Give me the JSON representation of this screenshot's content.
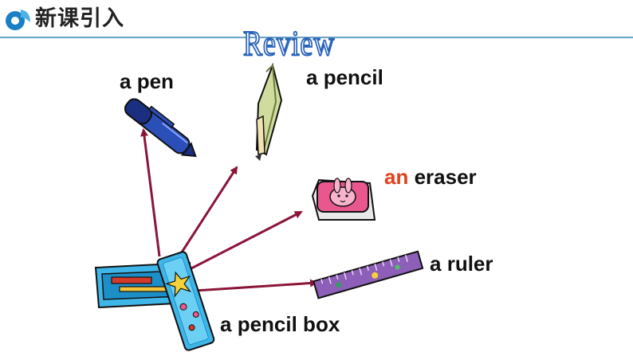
{
  "header": {
    "title": "新课引入"
  },
  "review_title": "Review",
  "items": {
    "pen": {
      "article": "a",
      "word": "pen"
    },
    "pencil": {
      "article": "a",
      "word": "pencil"
    },
    "eraser": {
      "article": "an",
      "word": "eraser"
    },
    "ruler": {
      "article": "a",
      "word": "ruler"
    },
    "pencil_box": {
      "article": "a",
      "word": "pencil box"
    }
  },
  "colors": {
    "arrow": "#8b1538",
    "header_rule": "#6aa3c8",
    "article_highlight": "#e2401c",
    "review_outline": "#2a64b8"
  }
}
